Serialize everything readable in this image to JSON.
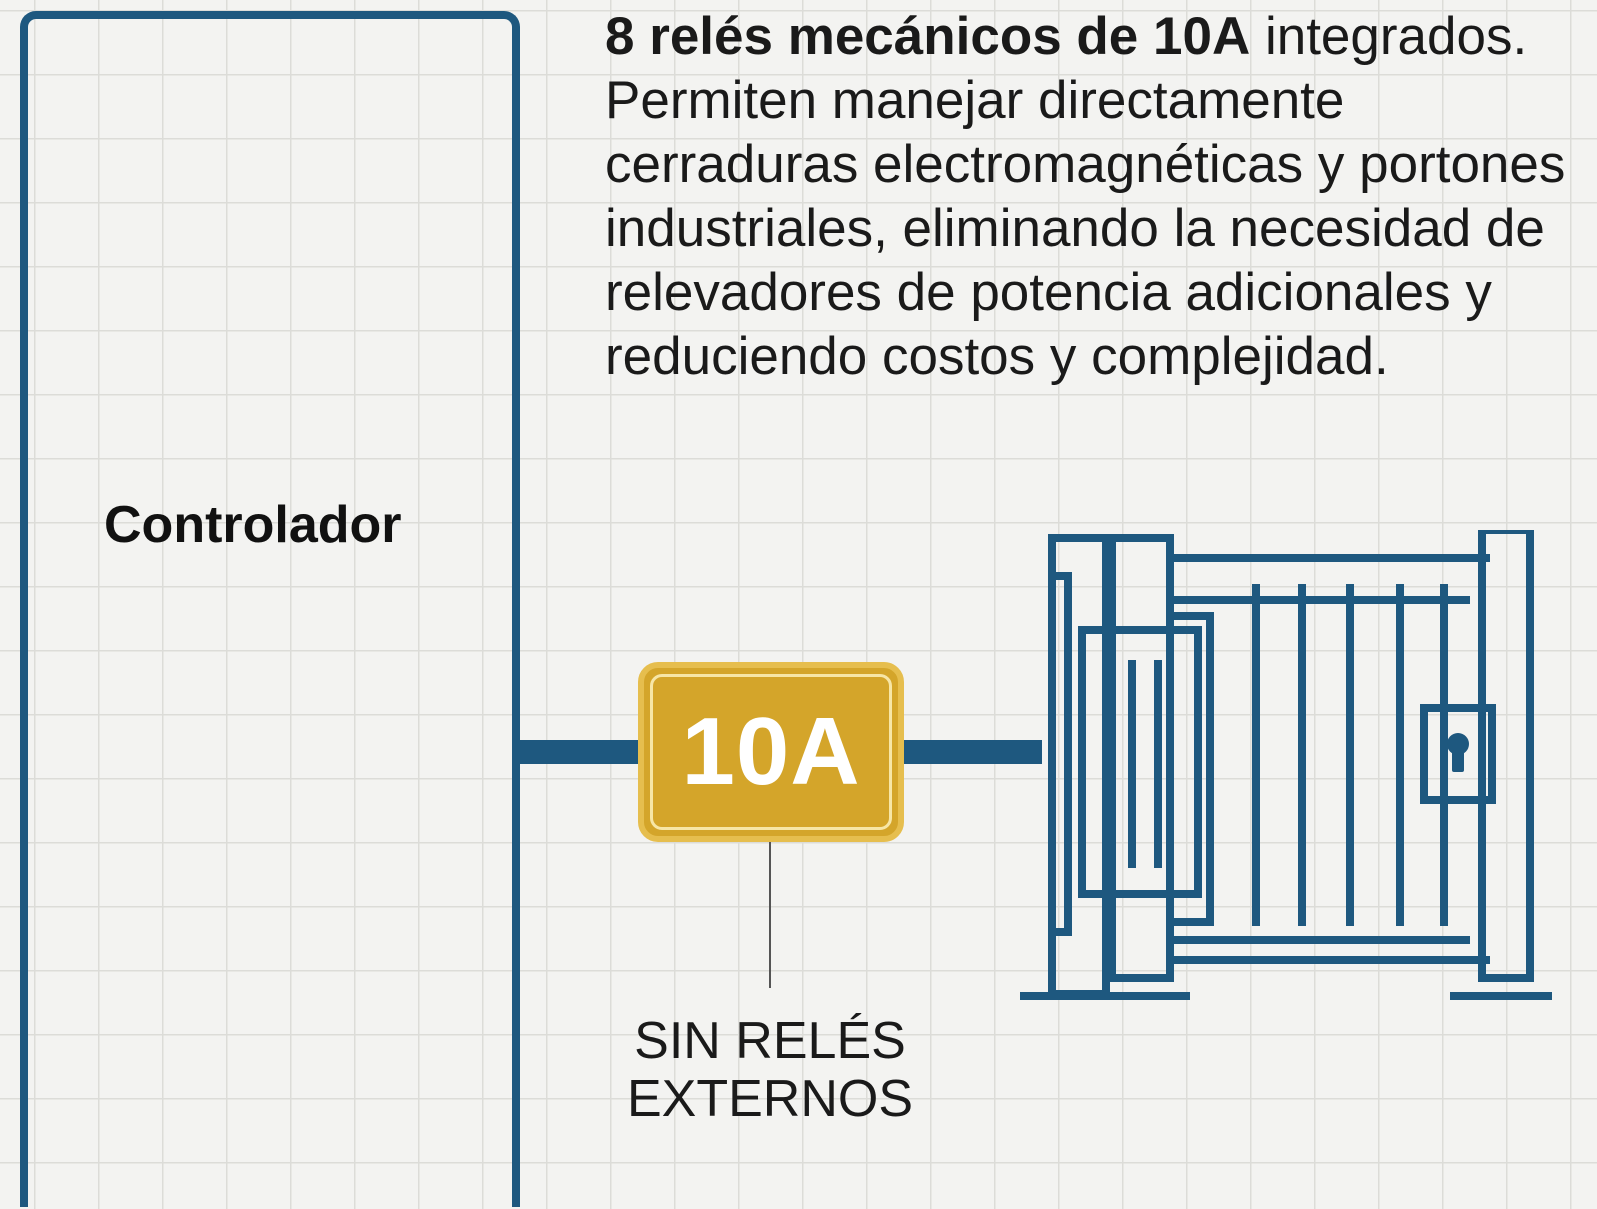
{
  "controller": {
    "label": "Controlador"
  },
  "description": {
    "bold": "8 relés mecánicos de 10A",
    "rest": " integrados. Permiten manejar directamente cerraduras electromagnéticas y portones industriales, eliminando la necesidad de relevadores de potencia adicionales y reduciendo costos y complejidad."
  },
  "relay_badge": {
    "label": "10A"
  },
  "note": {
    "line1": "SIN RELÉS",
    "line2": "EXTERNOS"
  },
  "icons": {
    "gate": "industrial-gate-icon",
    "lock": "keyhole-lock-icon"
  },
  "colors": {
    "primary": "#1e587f",
    "badge": "#d4a52a",
    "background": "#f3f3f1"
  }
}
